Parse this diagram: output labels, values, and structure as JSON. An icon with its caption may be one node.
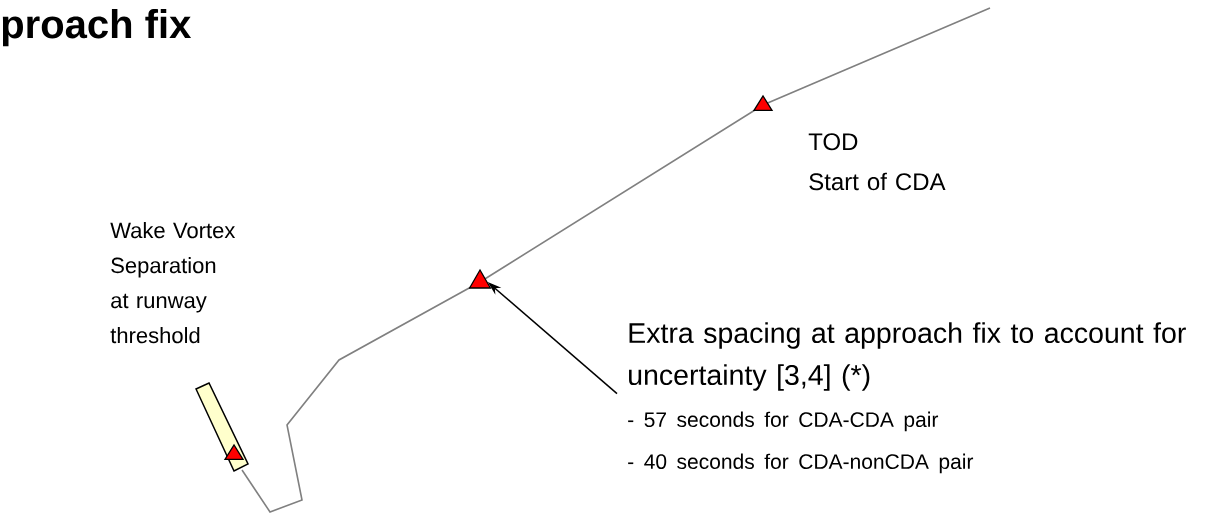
{
  "diagram": {
    "title": "proach fix",
    "nodes": [
      {
        "text": [
          "Extra spacing at approach fix to account for uncertainty [3,4] (*)",
          "- 57 seconds  for CDA-CDA pair",
          "- 40 seconds for CDA-nonCDA pair"
        ]
      },
      {
        "text": [],
        "shape": "triangle"
      }
    ],
    "edges": [
      {
        "from": 0,
        "to": 1,
        "arrow": "to"
      }
    ],
    "labels": [
      "TOD",
      "Start of CDA",
      "Wake Vortex Separation at runway threshold"
    ]
  }
}
